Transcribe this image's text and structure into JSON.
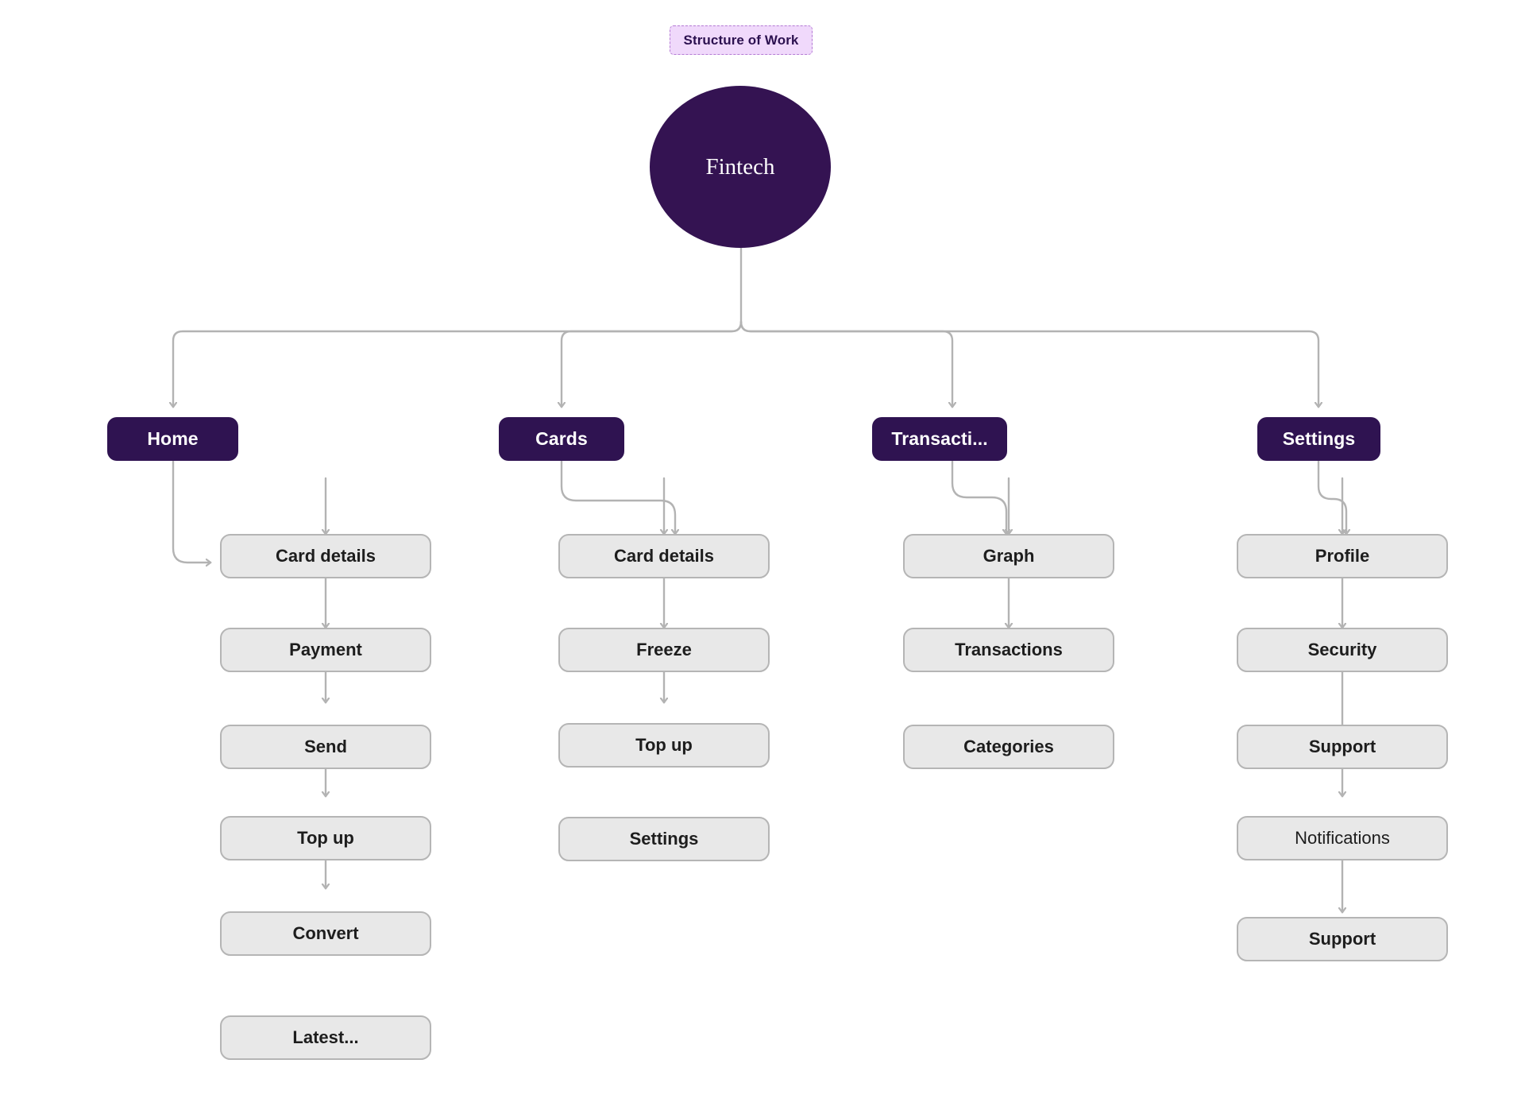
{
  "title_chip": {
    "label": "Structure of Work",
    "bg": "#f0d9fb",
    "border": "#b47ad4",
    "text": "#2c1150"
  },
  "colors": {
    "root_fill": "#341352",
    "branch_fill": "#2f1351",
    "leaf_fill": "#e8e8e8",
    "leaf_border": "#b5b5b5",
    "edge": "#b3b3b3",
    "canvas_bg": "#ffffff"
  },
  "root": {
    "label": "Fintech"
  },
  "branches": [
    {
      "id": "home",
      "label": "Home",
      "children": [
        {
          "label": "Card details",
          "weight": "bold"
        },
        {
          "label": "Payment",
          "weight": "bold"
        },
        {
          "label": "Send",
          "weight": "bold"
        },
        {
          "label": "Top up",
          "weight": "bold"
        },
        {
          "label": "Convert",
          "weight": "bold"
        },
        {
          "label": "Latest...",
          "weight": "bold"
        }
      ]
    },
    {
      "id": "cards",
      "label": "Cards",
      "children": [
        {
          "label": "Card details",
          "weight": "bold"
        },
        {
          "label": "Freeze",
          "weight": "bold"
        },
        {
          "label": "Top up",
          "weight": "bold"
        },
        {
          "label": "Settings",
          "weight": "bold"
        }
      ]
    },
    {
      "id": "transactions",
      "label": "Transacti...",
      "children": [
        {
          "label": "Graph",
          "weight": "bold"
        },
        {
          "label": "Transactions",
          "weight": "bold"
        },
        {
          "label": "Categories",
          "weight": "bold"
        }
      ]
    },
    {
      "id": "settings",
      "label": "Settings",
      "children": [
        {
          "label": "Profile",
          "weight": "bold"
        },
        {
          "label": "Security",
          "weight": "bold"
        },
        {
          "label": "Support",
          "weight": "bold"
        },
        {
          "label": "Notifications",
          "weight": "regular"
        },
        {
          "label": "Support",
          "weight": "bold"
        }
      ]
    }
  ]
}
